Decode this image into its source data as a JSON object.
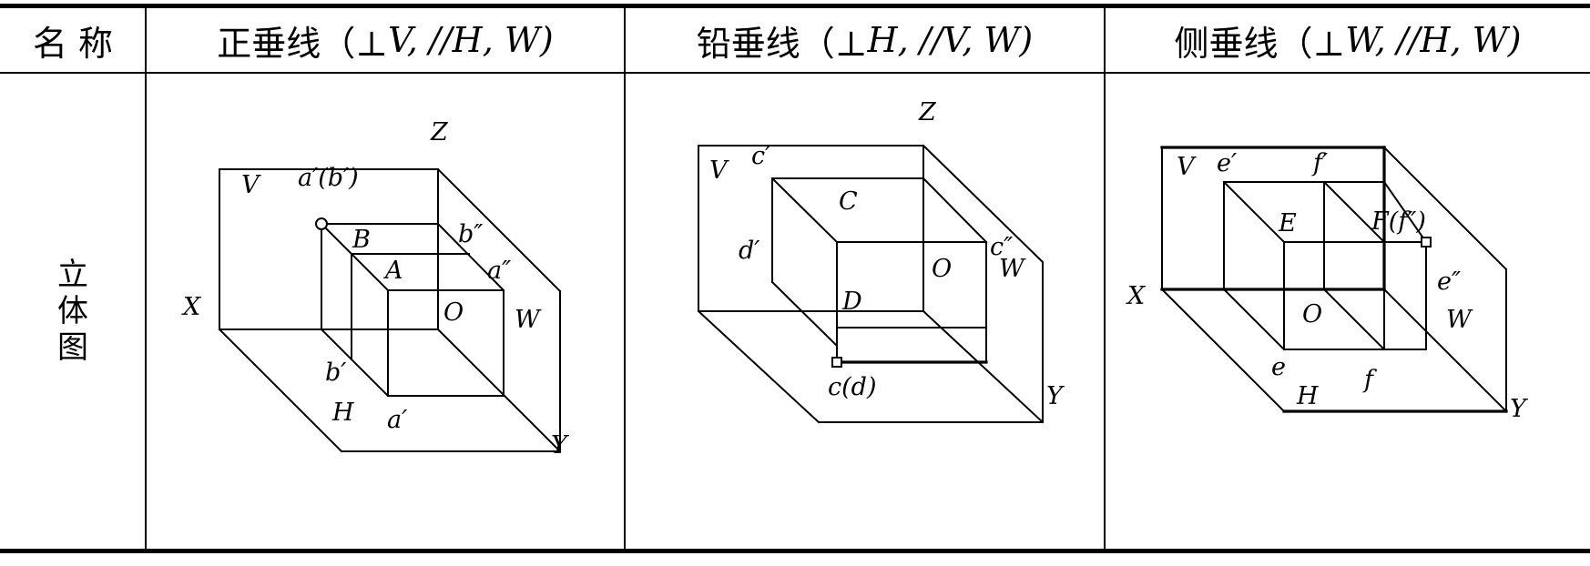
{
  "table": {
    "header": {
      "name": "名 称",
      "col1": {
        "title": "正垂线（⊥",
        "spec": "V,  //H, W)"
      },
      "col2": {
        "title": "铅垂线（⊥",
        "spec": "H,  //V, W)"
      },
      "col3": {
        "title": "侧垂线（⊥",
        "spec": "W,  //H, W)"
      }
    },
    "row_label": "立体图"
  },
  "fig1": {
    "Z": "Z",
    "V": "V",
    "X": "X",
    "H": "H",
    "W": "W",
    "Y": "Y",
    "O": "O",
    "a_prime_b_prime": "a′(b′)",
    "B": "B",
    "A": "A",
    "b_dprime": "b″",
    "a_dprime": "a″",
    "b_small": "b′",
    "a_small": "a′"
  },
  "fig2": {
    "Z": "Z",
    "V": "V",
    "c_prime": "c′",
    "C": "C",
    "d_prime": "d′",
    "O": "O",
    "c_dprime": "c″",
    "W": "W",
    "D": "D",
    "c_d": "c(d)",
    "Y": "Y"
  },
  "fig3": {
    "V": "V",
    "e_prime": "e′",
    "f_prime": "f′",
    "E": "E",
    "F_f": "F(f″)",
    "X": "X",
    "e_dprime": "e″",
    "O": "O",
    "W": "W",
    "e": "e",
    "H": "H",
    "f": "f",
    "Y": "Y"
  }
}
